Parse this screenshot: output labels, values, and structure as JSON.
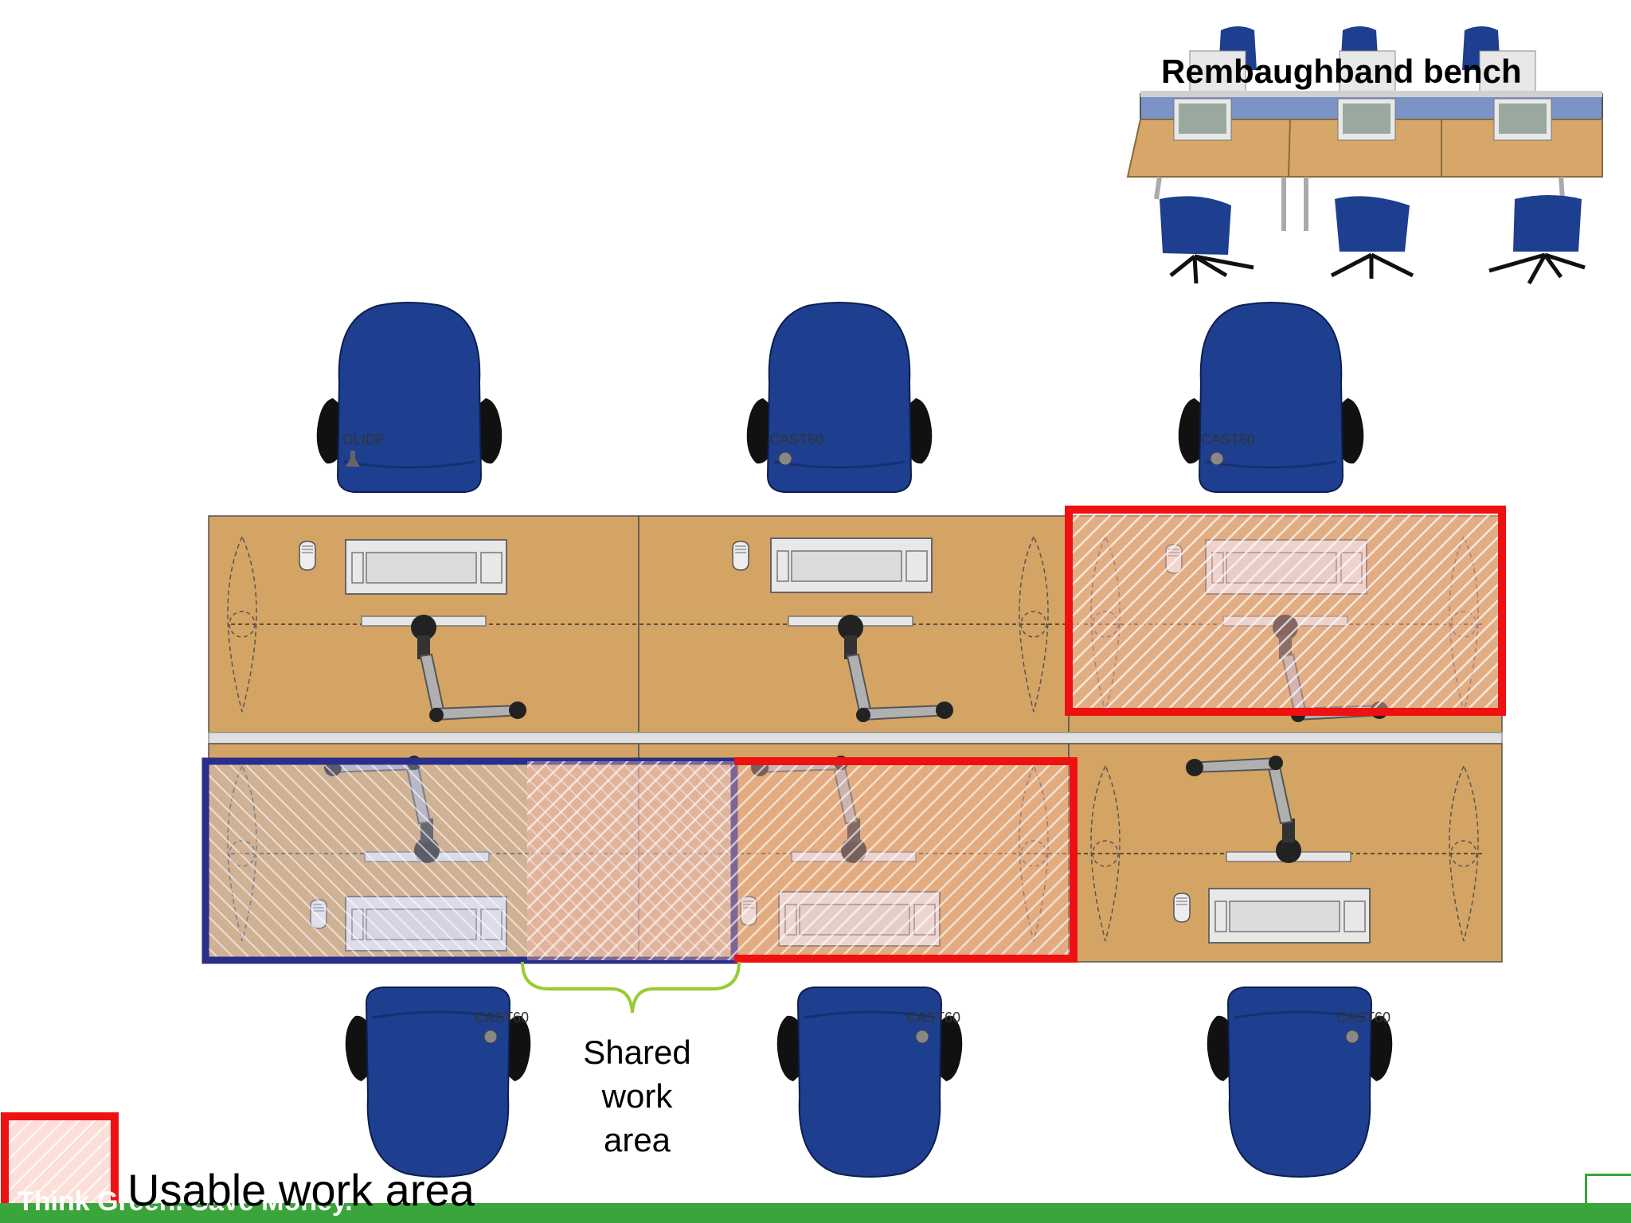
{
  "photo": {
    "title": "Rembaughband bench"
  },
  "chairs": [
    {
      "label": "GLIDF"
    },
    {
      "label": "CAST60"
    },
    {
      "label": "CAST60"
    },
    {
      "label": "CAST60"
    },
    {
      "label": "CAST60"
    },
    {
      "label": "CAST60"
    }
  ],
  "annotations": {
    "shared_label": "Shared\nwork\narea",
    "legend_label": "Usable work area",
    "footer_text": "Think Green. Save Money."
  },
  "colors": {
    "desk": "#d4a464",
    "chair": "#1e3f8f",
    "usable_area_border": "#ee1111",
    "shared_area_border": "#2a2e8a",
    "brace": "#99cc33",
    "footer": "#3aa53a"
  },
  "icons": [
    "monitor-arm-icon",
    "keyboard-icon",
    "mouse-icon",
    "chair-icon"
  ]
}
